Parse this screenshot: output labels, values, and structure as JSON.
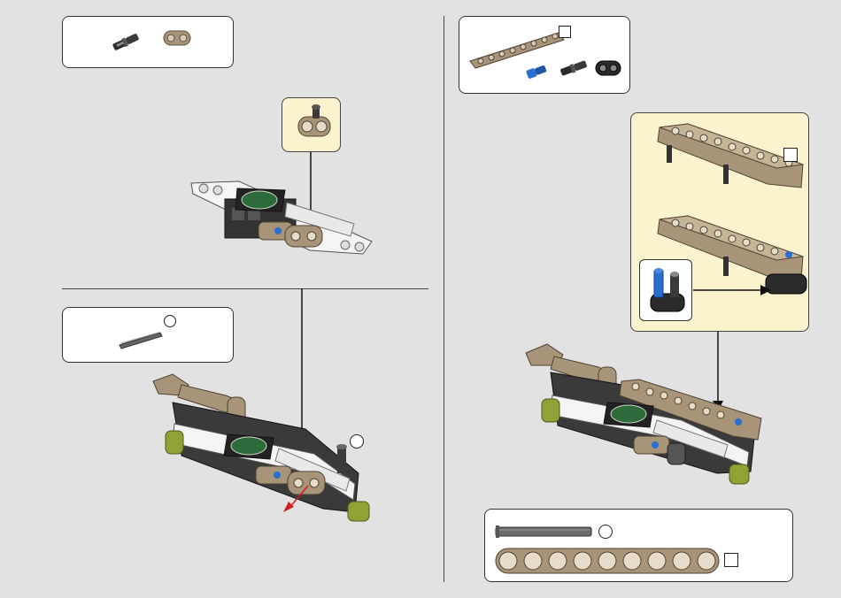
{
  "colors": {
    "background": "#e2e2e2",
    "callout": "#fbf3cd",
    "tan": "#a89479",
    "white_beam": "#f4f4f4",
    "black": "#2b2b2b",
    "blue": "#2a6fd0",
    "olive": "#8fa236",
    "red_arrow": "#d02020",
    "badge_green": "#2e6b3a"
  },
  "icons": [
    "pin-icon",
    "connector-icon",
    "beam-icon",
    "axle-icon",
    "arrow-down-icon",
    "rotate-arrow-icon",
    "logo-badge-icon"
  ],
  "steps": [
    {
      "id": "top-left",
      "parts": [
        "black-pin",
        "tan-connector"
      ]
    },
    {
      "id": "bottom-left",
      "parts": [
        "grey-axle"
      ]
    },
    {
      "id": "right",
      "parts": [
        "tan-beam-9",
        "blue-pin",
        "black-pin",
        "black-connector"
      ]
    }
  ]
}
